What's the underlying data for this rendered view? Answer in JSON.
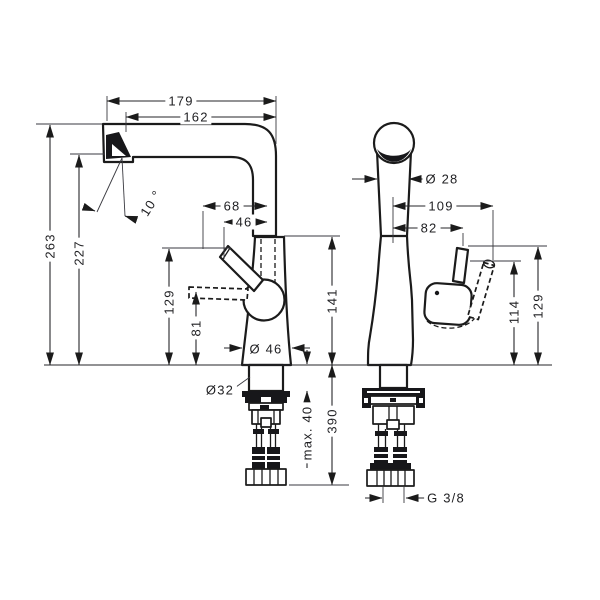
{
  "dims": {
    "d179": "179",
    "d162": "162",
    "angle": "10 °",
    "d263": "263",
    "d227": "227",
    "d68": "68",
    "d46": "46",
    "d129l": "129",
    "d81": "81",
    "d141": "141",
    "dia46": "Ø 46",
    "dia32": "Ø32",
    "max40": "max. 40",
    "d390": "390",
    "dia28": "Ø 28",
    "d109": "109",
    "d82": "82",
    "d114": "114",
    "d129r": "129",
    "thread": "G 3/8"
  }
}
